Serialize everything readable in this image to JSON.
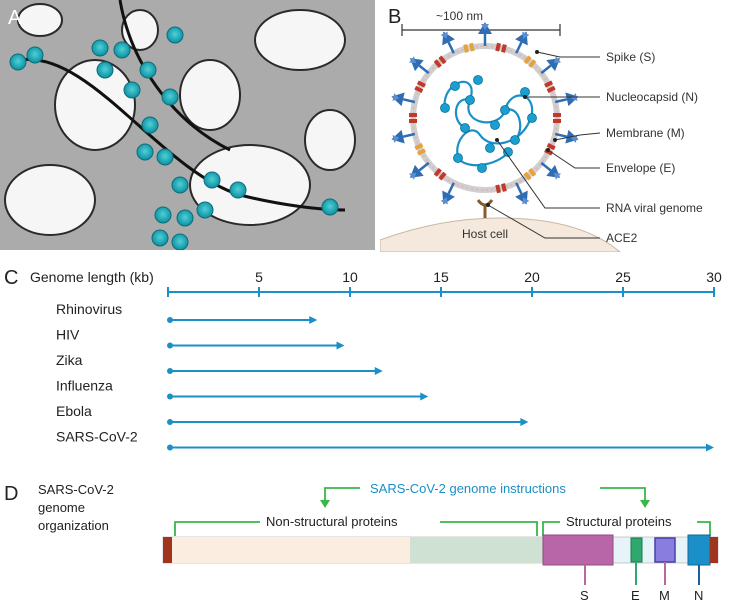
{
  "panels": {
    "a": "A",
    "b": "B",
    "c": "C",
    "d": "D"
  },
  "virus": {
    "scale_label": "~100 nm",
    "labels": {
      "spike": "Spike (S)",
      "nucleocapsid": "Nucleocapsid (N)",
      "membrane": "Membrane (M)",
      "envelope": "Envelope (E)",
      "rna": "RNA viral genome",
      "ace2": "ACE2",
      "host": "Host cell"
    },
    "colors": {
      "spike": "#2f6db3",
      "membrane_protein": "#c0392b",
      "envelope_protein": "#e6a23c",
      "nucleocapsid": "#1aa0d0",
      "host": "#f4e9dc",
      "ace2": "#8a5a2b"
    }
  },
  "genome_chart": {
    "axis_title": "Genome length (kb)",
    "ticks": [
      0,
      5,
      10,
      15,
      20,
      25,
      30
    ],
    "tick_labels": [
      "",
      "5",
      "10",
      "15",
      "20",
      "25",
      "30"
    ],
    "color": "#1a8fc8"
  },
  "chart_data": {
    "type": "bar",
    "orientation": "horizontal",
    "title": "",
    "xlabel": "Genome length (kb)",
    "xlim": [
      0,
      30
    ],
    "categories": [
      "Rhinovirus",
      "HIV",
      "Zika",
      "Influenza",
      "Ebola",
      "SARS-CoV-2"
    ],
    "values": [
      8.2,
      9.7,
      11.8,
      14.3,
      19.8,
      30
    ]
  },
  "genome_org": {
    "title_line1": "SARS-CoV-2",
    "title_line2": "genome",
    "title_line3": "organization",
    "instructions": "SARS-CoV-2 genome instructions",
    "nonstructural": "Non-structural proteins",
    "structural": "Structural proteins",
    "genes": [
      "S",
      "E",
      "M",
      "N"
    ],
    "colors": {
      "bracket": "#3bb54a",
      "cap": "#a0341c",
      "orf1a": "#fbeee0",
      "orf1b": "#cfe1d2",
      "s": "#b966a8",
      "e": "#2fa86e",
      "m": "#8a7de0",
      "n": "#1a8fc8",
      "gap": "#e6f4fa",
      "text_blue": "#1a8fc8"
    }
  }
}
